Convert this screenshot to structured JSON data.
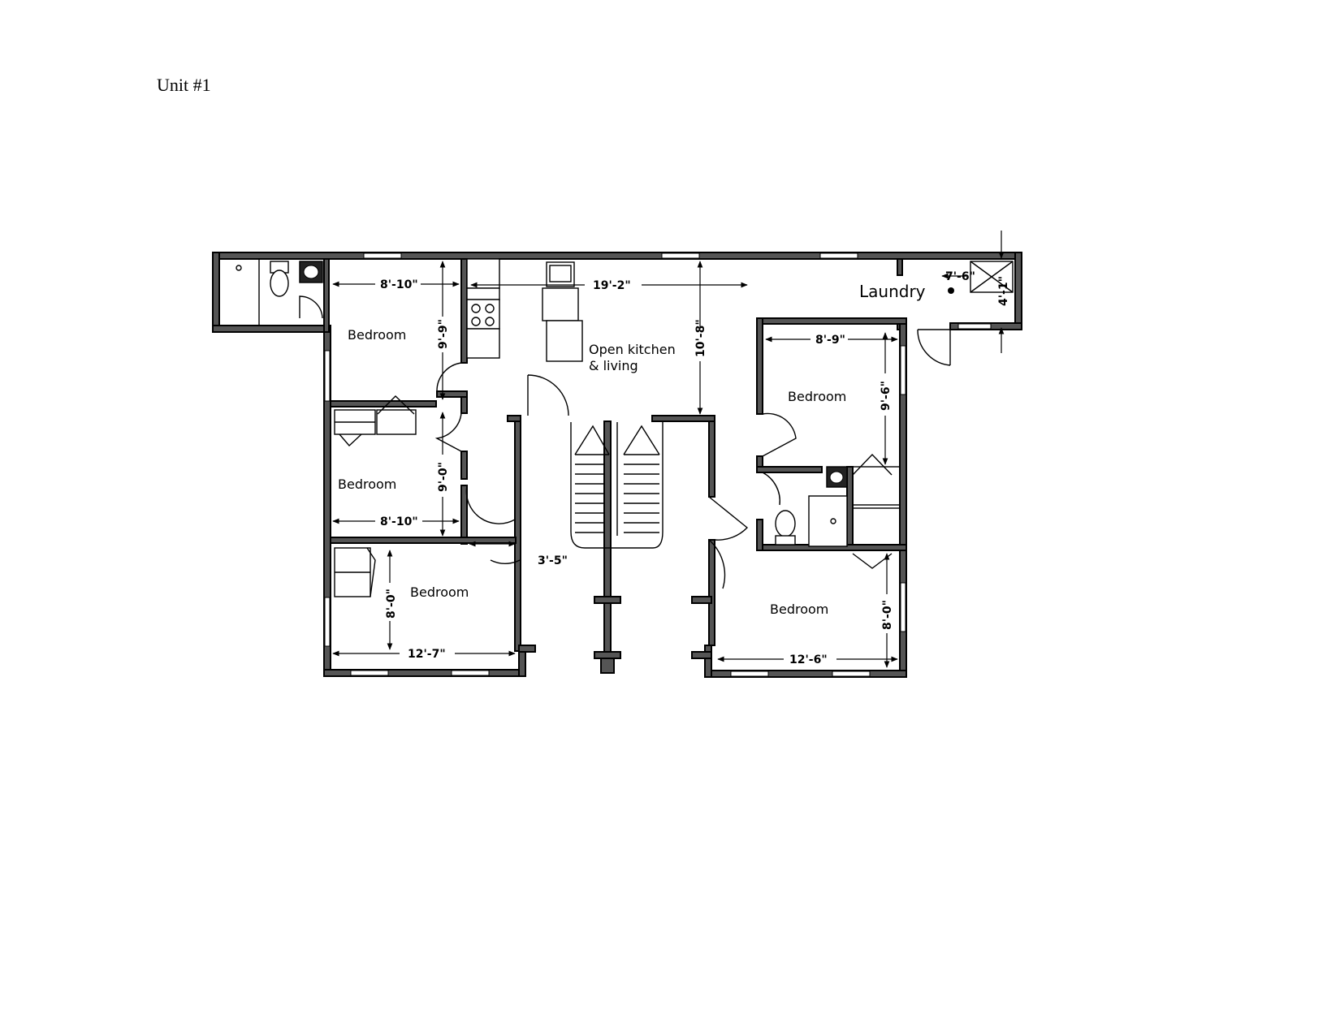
{
  "title": "Unit #1",
  "rooms": {
    "bedroom_1": "Bedroom",
    "bedroom_2": "Bedroom",
    "bedroom_3": "Bedroom",
    "bedroom_4": "Bedroom",
    "bedroom_5": "Bedroom",
    "kitchen_line1": "Open kitchen",
    "kitchen_line2": "& living",
    "laundry": "Laundry"
  },
  "dimensions": {
    "bedroom_1_width": "8'-10\"",
    "bedroom_1_depth": "9'-9\"",
    "kitchen_width": "19'-2\"",
    "living_depth": "10'-8\"",
    "laundry_width": "7'-6\"",
    "laundry_depth": "4'-1\"",
    "bedroom_2_width": "8'-10\"",
    "bedroom_2_depth": "9'-0\"",
    "hall_width": "3'-5\"",
    "bedroom_3_depth": "8'-0\"",
    "bedroom_3_width": "12'-7\"",
    "bedroom_4_width": "8'-9\"",
    "bedroom_4_depth": "9'-6\"",
    "bedroom_5_depth": "8'-0\"",
    "bedroom_5_width": "12'-6\""
  }
}
